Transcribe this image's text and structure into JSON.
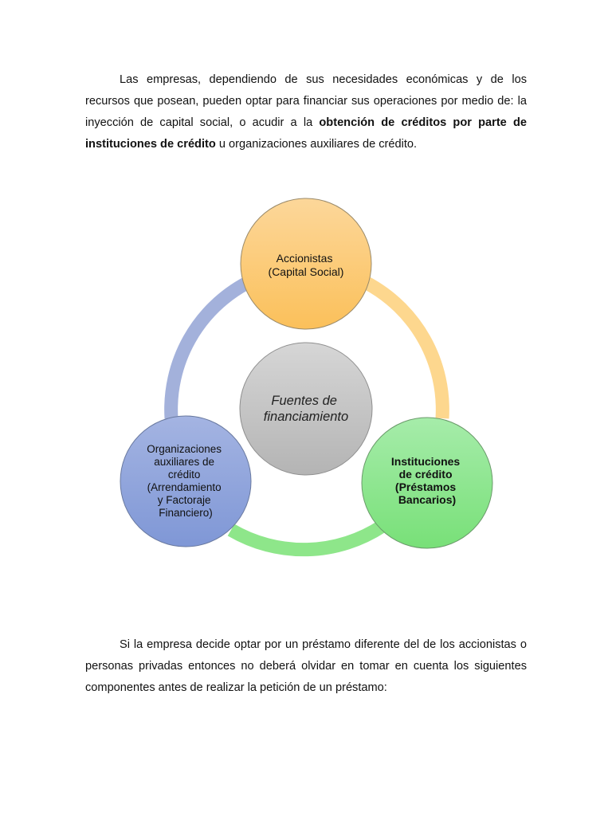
{
  "intro": {
    "text_1": "Las empresas, dependiendo de sus necesidades económicas y de los recursos que posean, pueden optar para financiar sus operaciones por medio de: la inyección de capital social, o acudir a la ",
    "bold_1": "obtención de créditos por parte de instituciones de crédito",
    "text_2": " u organizaciones auxiliares de crédito."
  },
  "diagram": {
    "center": [
      "Fuentes de",
      "financiamiento"
    ],
    "top_node": [
      "Accionistas",
      "(Capital Social)"
    ],
    "right_node": [
      "Instituciones",
      "de crédito",
      "(Préstamos",
      "Bancarios)"
    ],
    "left_node": [
      "Organizaciones",
      "auxiliares de",
      "crédito",
      "(Arrendamiento",
      "y Factoraje",
      "Financiero)"
    ],
    "colors": {
      "top": "#fcc96a",
      "right": "#8ee68a",
      "left": "#8a9fd8",
      "center": "#c4c4c4",
      "arc_top_right": "#fdd78e",
      "arc_bottom": "#8ee68a",
      "arc_left": "#a3b1db"
    }
  },
  "closing": {
    "text": "Si la empresa decide optar por un préstamo diferente del de los accionistas o personas privadas entonces no deberá olvidar en tomar en cuenta los siguientes componentes antes de realizar la petición de un préstamo:"
  }
}
